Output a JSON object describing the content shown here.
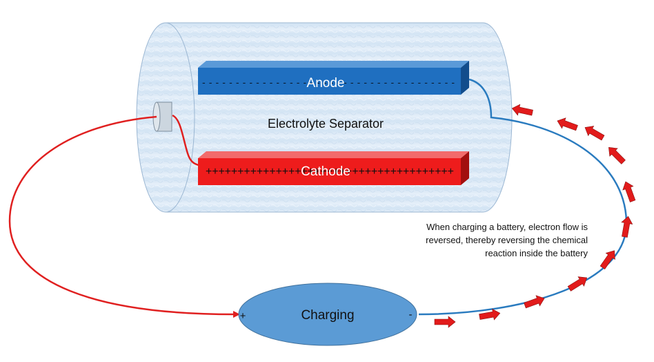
{
  "labels": {
    "anode": "Anode",
    "cathode": "Cathode",
    "separator": "Electrolyte Separator",
    "charging": "Charging",
    "plus": "+",
    "minus": "-",
    "anode_dashes": "- - - - - - - - - - - - - - - - - - - - - - - - - - - - - - - - - - - - - -",
    "cathode_pluses": "+++++++++++++++++++++++++++++++++++++++"
  },
  "caption": {
    "line1": "When charging a battery, electron flow is",
    "line2": "reversed, thereby reversing the chemical",
    "line3": "reaction inside the battery"
  },
  "colors": {
    "anode": "#1f6fc0",
    "cathode": "#ee1c1c",
    "wire_positive": "#e02020",
    "wire_negative": "#2a7bbf",
    "charger": "#5b9bd5",
    "arrows": "#e21b1b",
    "cylinder": "#d8e8f6"
  },
  "icons": {
    "electron_flow_arrows": "arrow-icon"
  }
}
